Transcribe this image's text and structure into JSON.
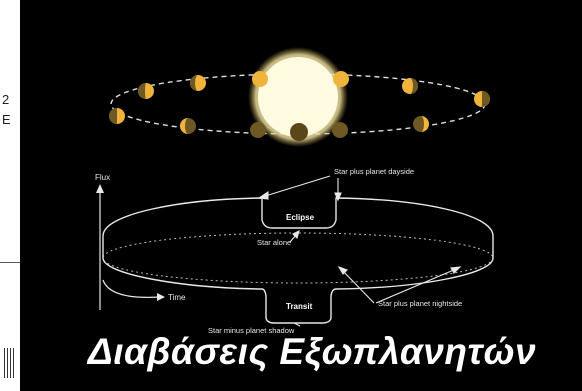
{
  "left_fragment": {
    "line1": "2",
    "line2": "E"
  },
  "labels": {
    "flux": "Flux",
    "time": "Time",
    "dayside": "Star plus planet dayside",
    "eclipse": "Eclipse",
    "star_alone": "Star alone",
    "transit": "Transit",
    "nightside": "Star plus planet nightside",
    "shadow": "Star minus planet shadow"
  },
  "title": "Διαβάσεις Εξωπλανητών",
  "colors": {
    "background": "#000000",
    "star": "#fffbe0",
    "planet_day": "#f1b43a",
    "planet_night": "#6e5824",
    "line": "#e8e8e8"
  }
}
